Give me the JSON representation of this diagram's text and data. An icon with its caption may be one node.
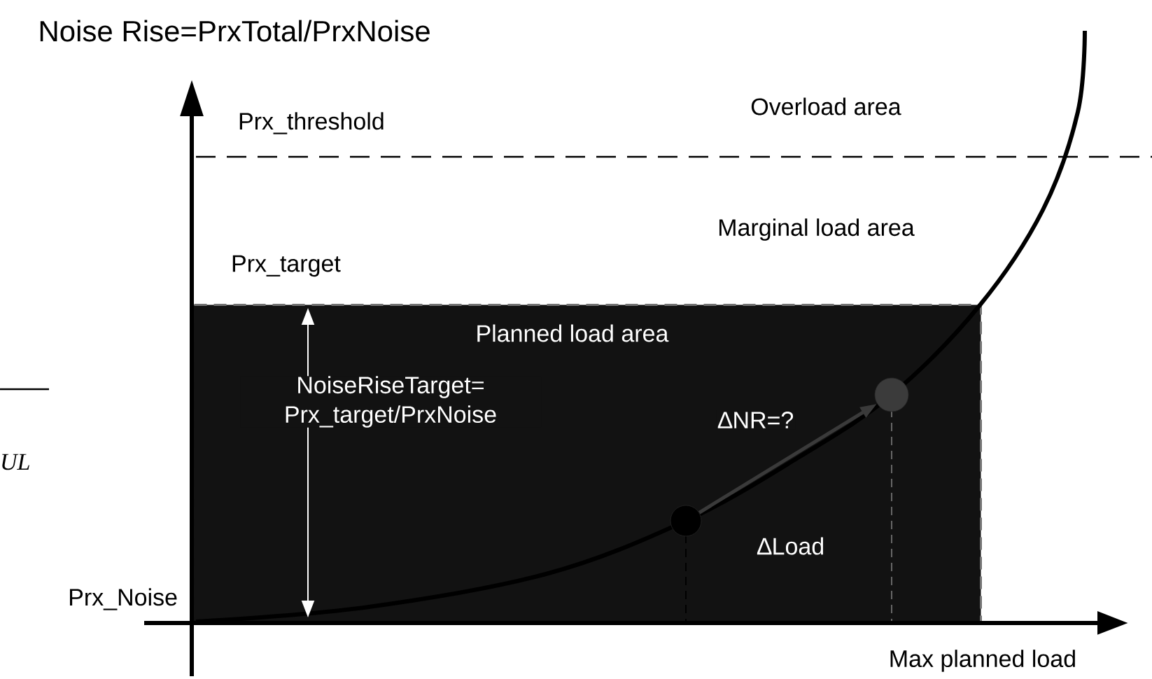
{
  "diagram": {
    "title": "Noise Rise=PrxTotal/PrxNoise",
    "nodes": [
      {
        "text": [
          "Planned load area"
        ]
      },
      {
        "text": [],
        "shape": "circle",
        "in": 0
      },
      {
        "text": [],
        "shape": "circle",
        "in": 0
      }
    ],
    "edges": [
      {
        "from": 1,
        "to": 2,
        "arrow": "to",
        "label": "∆NR=?",
        "color": "#3a3a3a"
      }
    ],
    "labels": [
      "Prx_threshold",
      "Overload area",
      "Marginal load area",
      "Prx_target",
      "NoiseRiseTarget= Prx_target/PrxNoise",
      "UL",
      "∆Load",
      "Prx_Noise",
      "Max planned load"
    ]
  }
}
